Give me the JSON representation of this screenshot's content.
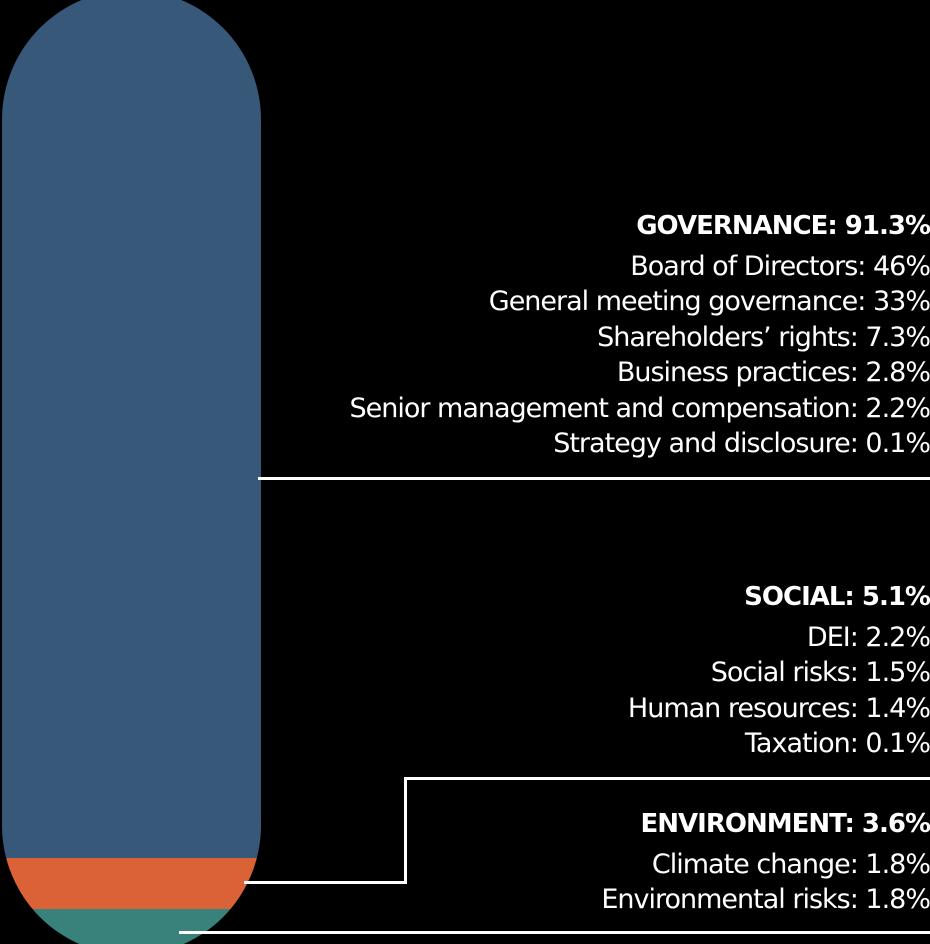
{
  "page": {
    "background": "#000000",
    "text_color": "#FFFFFF",
    "line_color": "#FFFFFF"
  },
  "chart_data": {
    "type": "bar",
    "orientation": "vertical-stacked-pill",
    "categories": [
      "Governance",
      "Social",
      "Environment"
    ],
    "values": [
      91.3,
      5.1,
      3.6
    ],
    "colors": [
      "#375879",
      "#DA6236",
      "#38827B"
    ],
    "legend_position": "right",
    "grid": false,
    "breakdown": [
      {
        "category": "Governance",
        "total_pct": 91.3,
        "items": [
          {
            "label": "Board of Directors",
            "value_pct": 46
          },
          {
            "label": "General meeting governance",
            "value_pct": 33
          },
          {
            "label": "Shareholders’ rights",
            "value_pct": 7.3
          },
          {
            "label": "Business practices",
            "value_pct": 2.8
          },
          {
            "label": "Senior management and compensation",
            "value_pct": 2.2
          },
          {
            "label": "Strategy and disclosure",
            "value_pct": 0.1
          }
        ]
      },
      {
        "category": "Social",
        "total_pct": 5.1,
        "items": [
          {
            "label": "DEI",
            "value_pct": 2.2
          },
          {
            "label": "Social risks",
            "value_pct": 1.5
          },
          {
            "label": "Human resources",
            "value_pct": 1.4
          },
          {
            "label": "Taxation",
            "value_pct": 0.1
          }
        ]
      },
      {
        "category": "Environment",
        "total_pct": 3.6,
        "items": [
          {
            "label": "Climate change",
            "value_pct": 1.8
          },
          {
            "label": "Environmental risks",
            "value_pct": 1.8
          }
        ]
      }
    ]
  },
  "groups": [
    {
      "header": "GOVERNANCE: 91.3%",
      "items": [
        "Board of Directors: 46%",
        "General meeting governance: 33%",
        "Shareholders’ rights: 7.3%",
        "Business practices: 2.8%",
        "Senior management and compensation: 2.2%",
        "Strategy and disclosure: 0.1%"
      ]
    },
    {
      "header": "SOCIAL: 5.1%",
      "items": [
        "DEI: 2.2%",
        "Social risks: 1.5%",
        "Human resources: 1.4%",
        "Taxation: 0.1%"
      ]
    },
    {
      "header": "ENVIRONMENT: 3.6%",
      "items": [
        "Climate change: 1.8%",
        "Environmental risks: 1.8%"
      ]
    }
  ]
}
